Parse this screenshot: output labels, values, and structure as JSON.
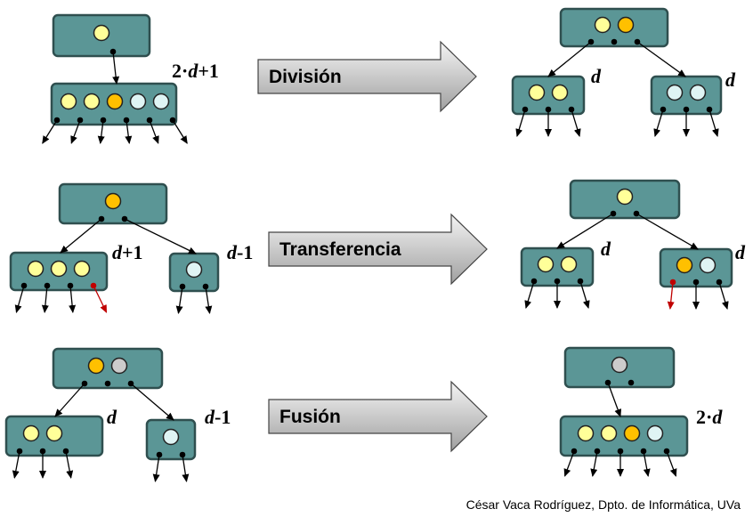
{
  "colors": {
    "node_fill": "#5b9696",
    "node_stroke": "#2f4f4f",
    "key_yellow": "#ffff99",
    "key_orange": "#ffc000",
    "key_light": "#dff4f4",
    "key_gray": "#cccccc",
    "pointer_black": "#000000",
    "pointer_red": "#c00000",
    "arrow_fill_light": "#f2f2f2",
    "arrow_fill_dark": "#a6a6a6"
  },
  "operations": [
    {
      "id": "division",
      "label": "División"
    },
    {
      "id": "transferencia",
      "label": "Transferencia"
    },
    {
      "id": "fusion",
      "label": "Fusión"
    }
  ],
  "division": {
    "before": {
      "parent": {
        "keys": [
          "yellow"
        ]
      },
      "child": {
        "keys": [
          "yellow",
          "yellow",
          "orange",
          "light",
          "light"
        ],
        "size_label": [
          "2·",
          "d",
          "+1"
        ]
      }
    },
    "after": {
      "parent": {
        "keys": [
          "yellow",
          "orange"
        ]
      },
      "left": {
        "keys": [
          "yellow",
          "yellow"
        ],
        "size_label": [
          "",
          "d",
          ""
        ]
      },
      "right": {
        "keys": [
          "light",
          "light"
        ],
        "size_label": [
          "",
          "d",
          ""
        ]
      }
    }
  },
  "transferencia": {
    "before": {
      "parent": {
        "keys": [
          "orange"
        ]
      },
      "left": {
        "keys": [
          "yellow",
          "yellow",
          "yellow"
        ],
        "size_label": [
          "",
          "d",
          "+1"
        ]
      },
      "right": {
        "keys": [
          "light"
        ],
        "size_label": [
          "",
          "d",
          "-1"
        ]
      }
    },
    "after": {
      "parent": {
        "keys": [
          "yellow"
        ]
      },
      "left": {
        "keys": [
          "yellow",
          "yellow"
        ],
        "size_label": [
          "",
          "d",
          ""
        ]
      },
      "right": {
        "keys": [
          "orange",
          "light"
        ],
        "size_label": [
          "",
          "d",
          ""
        ]
      }
    }
  },
  "fusion": {
    "before": {
      "parent": {
        "keys": [
          "orange",
          "gray"
        ]
      },
      "left": {
        "keys": [
          "yellow",
          "yellow"
        ],
        "size_label": [
          "",
          "d",
          ""
        ]
      },
      "right": {
        "keys": [
          "light"
        ],
        "size_label": [
          "",
          "d",
          "-1"
        ]
      }
    },
    "after": {
      "parent": {
        "keys": [
          "gray"
        ]
      },
      "child": {
        "keys": [
          "yellow",
          "yellow",
          "orange",
          "light"
        ],
        "size_label": [
          "2·",
          "d",
          ""
        ]
      }
    }
  },
  "credit": "César Vaca Rodríguez, Dpto. de Informática, UVa"
}
